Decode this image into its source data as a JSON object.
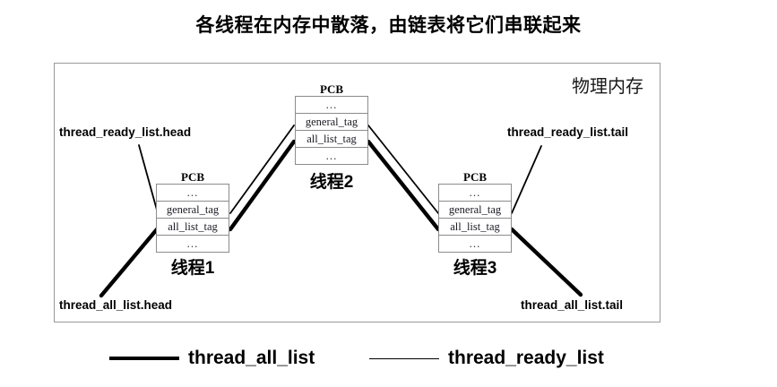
{
  "title": "各线程在内存中散落，由链表将它们串联起来",
  "frame": {
    "memory_label": "物理内存"
  },
  "pcbs": [
    {
      "caption": "PCB",
      "rows": [
        "...",
        "general_tag",
        "all_list_tag",
        "..."
      ],
      "thread_name": "线程1"
    },
    {
      "caption": "PCB",
      "rows": [
        "...",
        "general_tag",
        "all_list_tag",
        "..."
      ],
      "thread_name": "线程2"
    },
    {
      "caption": "PCB",
      "rows": [
        "...",
        "general_tag",
        "all_list_tag",
        "..."
      ],
      "thread_name": "线程3"
    }
  ],
  "endpoints": {
    "ready_head": "thread_ready_list.head",
    "ready_tail": "thread_ready_list.tail",
    "all_head": "thread_all_list.head",
    "all_tail": "thread_all_list.tail"
  },
  "legend": {
    "all_list": "thread_all_list",
    "ready_list": "thread_ready_list"
  },
  "colors": {
    "line": "#000000",
    "frame_border": "#9a9a9a",
    "table_border": "#8c8c8c",
    "background": "#ffffff"
  }
}
